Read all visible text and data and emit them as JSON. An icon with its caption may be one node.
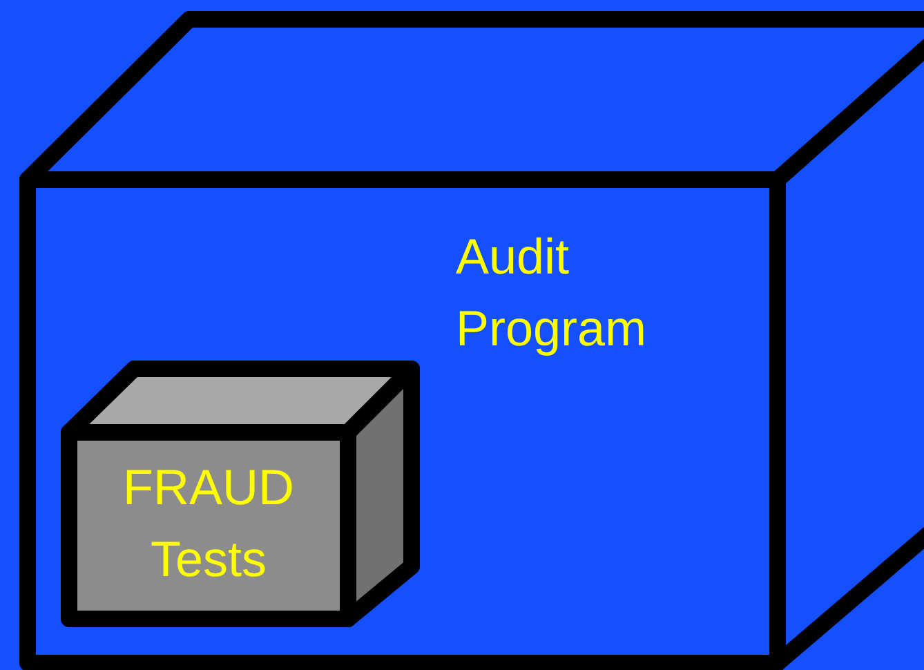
{
  "diagram": {
    "nodes": [
      {
        "text": [
          "Audit Program"
        ]
      },
      {
        "text": [
          "FRAUD Tests"
        ],
        "in": 0
      }
    ]
  }
}
